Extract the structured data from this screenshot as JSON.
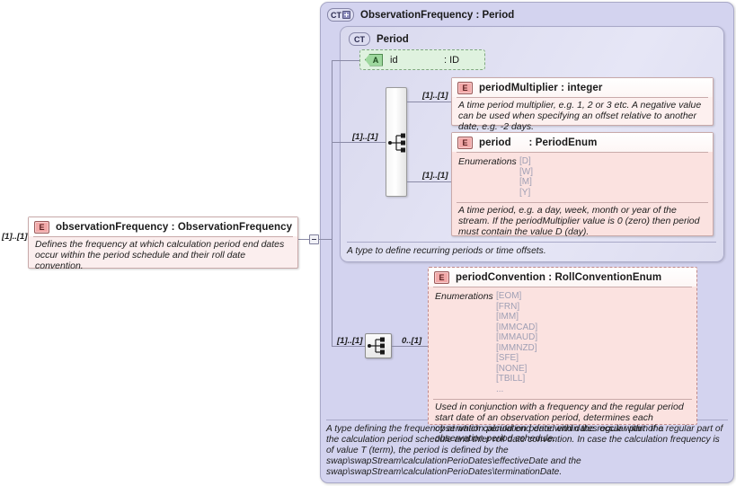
{
  "diagram": {
    "outer": {
      "icon": "complextype-expand-icon",
      "badge": "CT",
      "title": "ObservationFrequency : Period",
      "description": "A type defining the frequency at which calculation period end dates occur within the regular part of the calculation period schedule and thier roll date convention. In case the calculation frequency is of value T (term), the period is defined by the swap\\swapStream\\calculationPerioDates\\effectiveDate and the swap\\swapStream\\calculationPerioDates\\terminationDate."
    },
    "inner": {
      "badge": "CT",
      "title": "Period",
      "description": "A type to define recurring periods or time offsets."
    },
    "left_element": {
      "badge": "E",
      "title": "observationFrequency : ObservationFrequency",
      "description": "Defines the frequency at which calculation period end dates occur within the period schedule and their roll date convention.",
      "cardinality": "[1]..[1]"
    },
    "id_attribute": {
      "badge": "A",
      "name": "id",
      "type": ": ID"
    },
    "elements": [
      {
        "badge": "E",
        "title": "periodMultiplier : integer",
        "description": "A time period multiplier, e.g. 1, 2 or 3 etc. A negative value can be used when specifying an offset relative to another date, e.g. -2 days.",
        "cardinality": "[1]..[1]"
      },
      {
        "badge": "E",
        "title": "period      : PeriodEnum",
        "enum_label": "Enumerations",
        "enum_values": "[D]\n[W]\n[M]\n[Y]",
        "description": "A time period, e.g. a day, week, month or year of the stream. If the periodMultiplier value is 0 (zero) then period must contain the value D (day).",
        "cardinality": "[1]..[1]"
      },
      {
        "badge": "E",
        "title": "periodConvention : RollConventionEnum",
        "enum_label": "Enumerations",
        "enum_values": "[EOM]\n[FRN]\n[IMM]\n[IMMCAD]\n[IMMAUD]\n[IMMNZD]\n[SFE]\n[NONE]\n[TBILL]\n...",
        "description": "Used in conjunction with a frequency and the regular period start date of an observation period, determines each observation period end date within the regular part of a observation period schedule.",
        "cardinality_left": "[1]..[1]",
        "cardinality_right": "0..[1]"
      }
    ],
    "connectors": {
      "sequence_icon": "sequence-compositor-icon",
      "inner_sequence_cardinality": "[1]..[1]"
    },
    "colors": {
      "container_fill": "#d3d3ef",
      "inner_fill": "#dbdbf0",
      "element_fill": "#fbe2e0",
      "attribute_fill": "#dff2df",
      "line": "#8a8aa6"
    }
  }
}
